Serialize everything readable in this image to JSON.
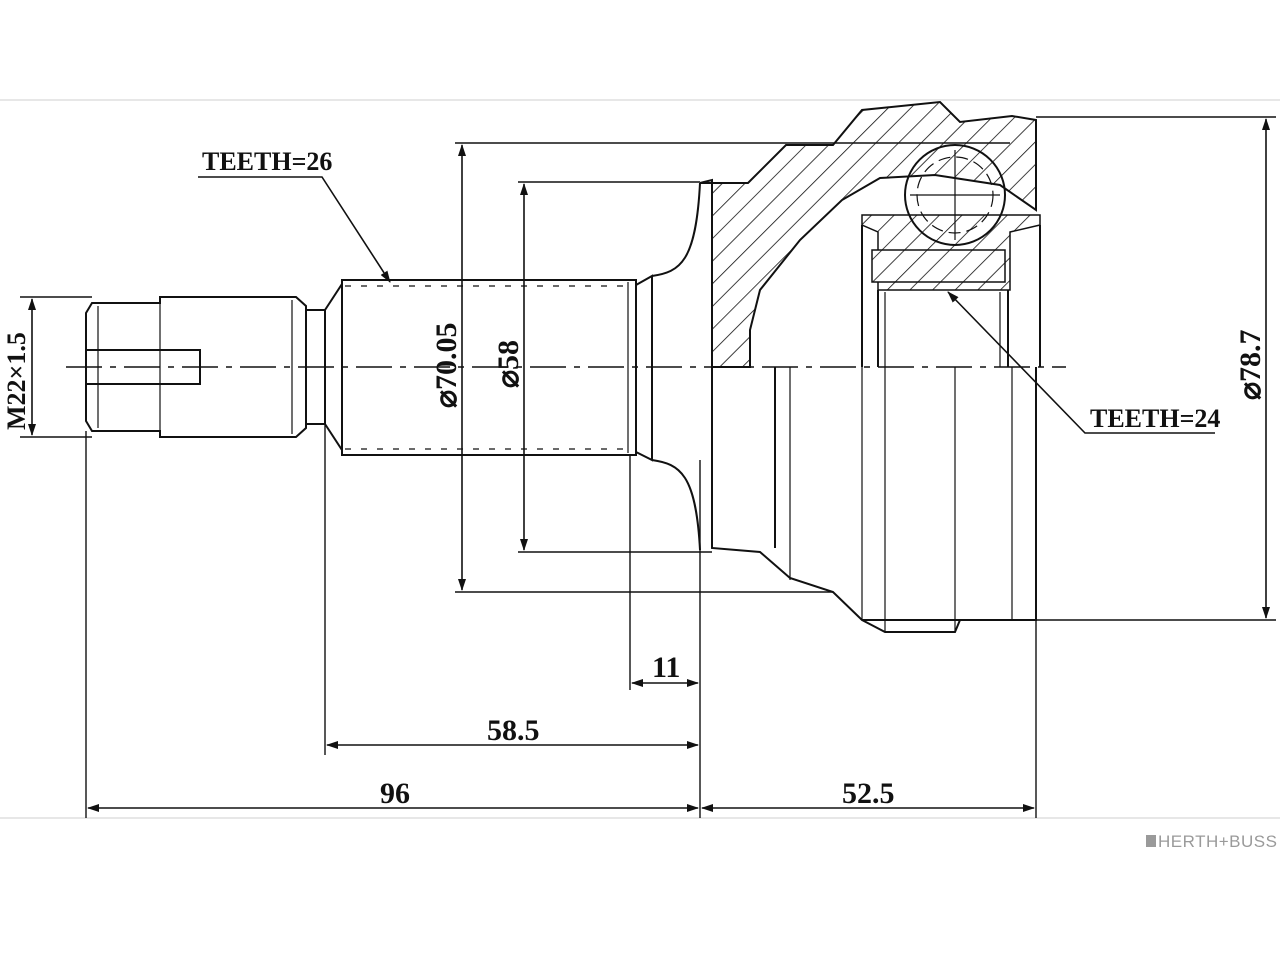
{
  "drawing": {
    "spline_shaft_label": "TEETH=26",
    "joint_inner_label": "TEETH=24",
    "thread_label": "M22×1.5",
    "dim_diameter_outer_shaft": "⌀70.05",
    "dim_diameter_inner_shaft": "⌀58",
    "dim_diameter_housing": "⌀78.7",
    "dim_length_11": "11",
    "dim_length_58_5": "58.5",
    "dim_length_96": "96",
    "dim_length_52_5": "52.5"
  },
  "brand": {
    "name": "HERTH+BUSS"
  }
}
